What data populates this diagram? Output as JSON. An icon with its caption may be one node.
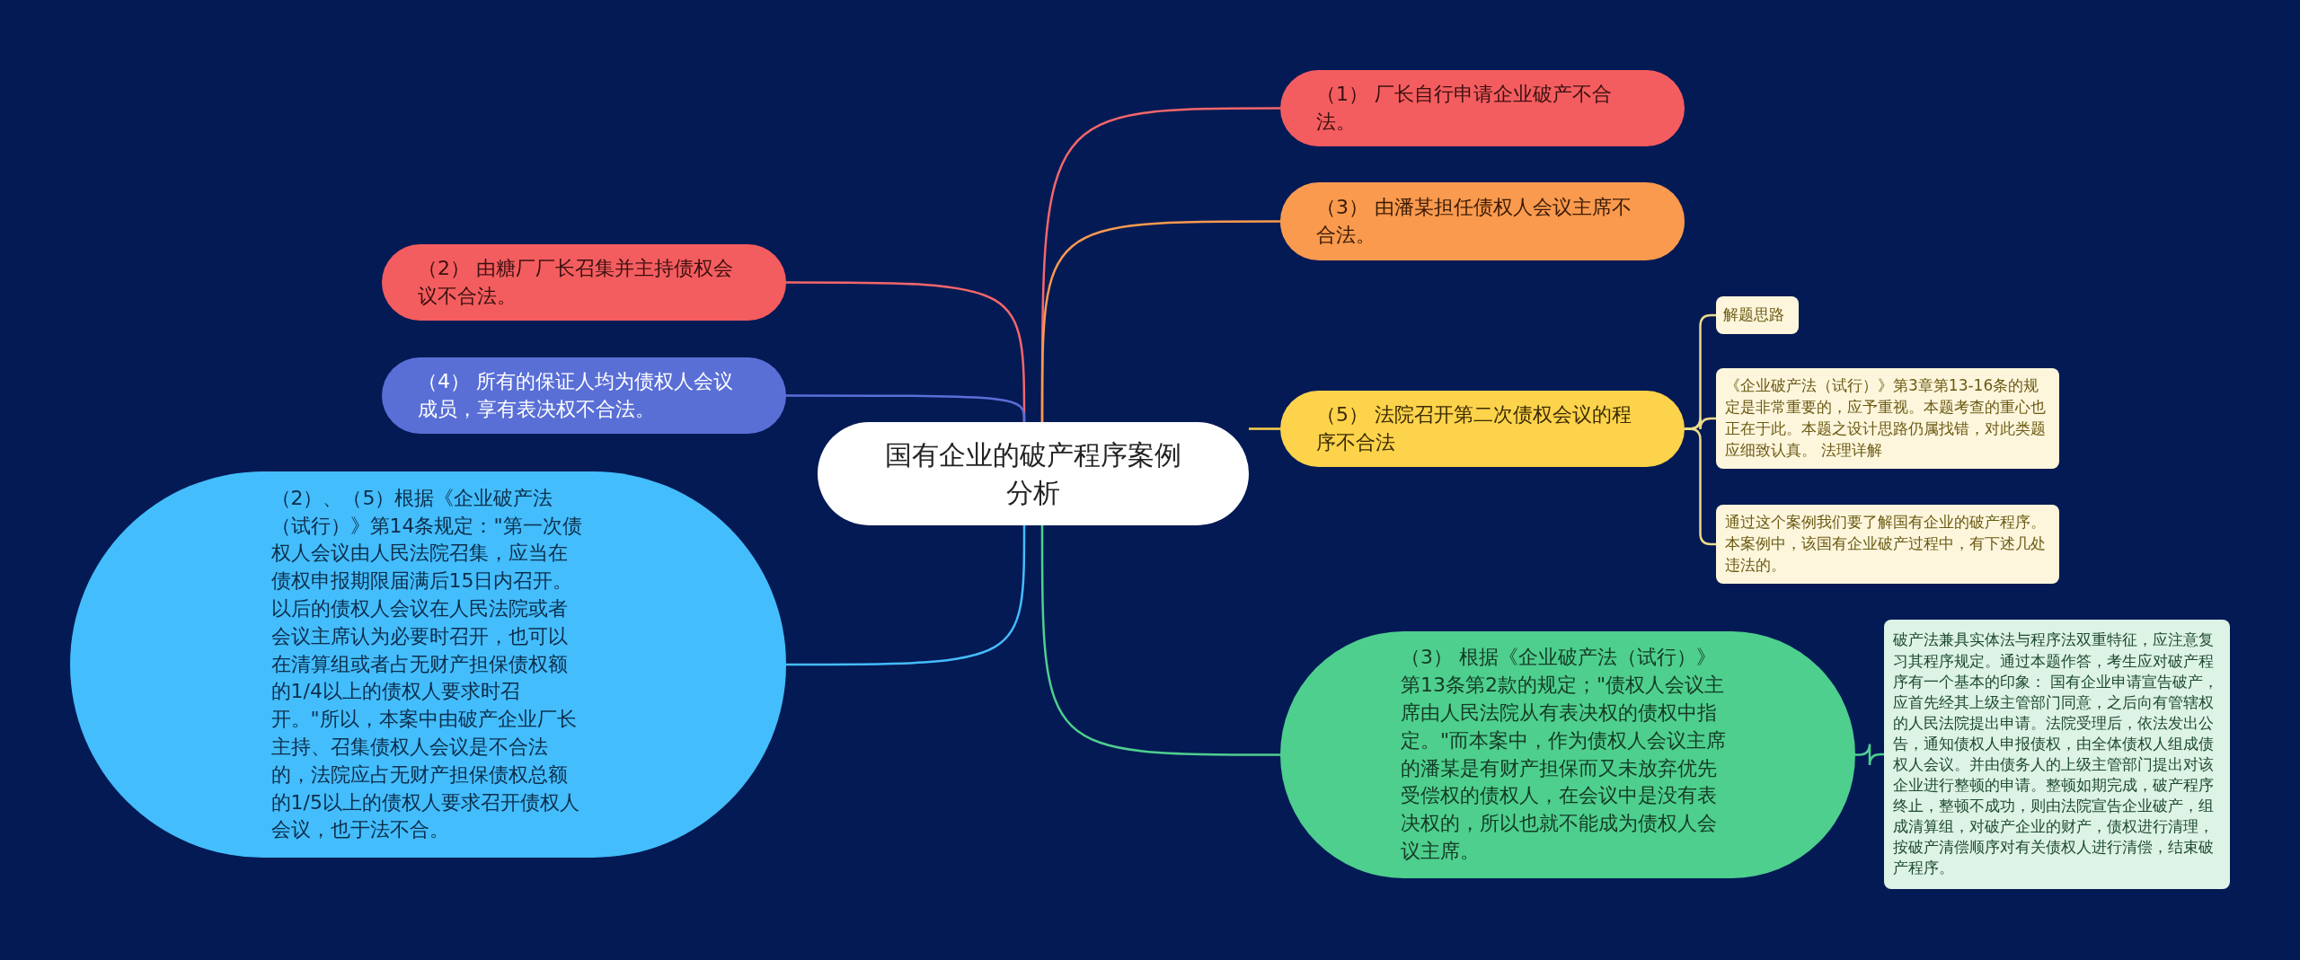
{
  "diagram": {
    "nodes": [
      {
        "text": [
          "国有企业的破产程序案例分析"
        ]
      },
      {
        "text": [
          "（1） 厂长自行申请企业破产不合法。"
        ]
      },
      {
        "text": [
          "（3） 由潘某担任债权人会议主席不合法。"
        ]
      },
      {
        "text": [
          "（5） 法院召开第二次债权会议的程序不合法"
        ]
      },
      {
        "text": [
          "解题思路"
        ]
      },
      {
        "text": [
          "《企业破产法（试行）》第3章第13-16条的规定是非常重要的，应予重视。本题考查的重心也正在于此。本题之设计思路仍属找错，对此类题应细致认真。 法理详解"
        ]
      },
      {
        "text": [
          "通过这个案例我们要了解国有企业的破产程序。本案例中，该国有企业破产过程中，有下述几处违法的。"
        ]
      },
      {
        "text": [
          "（3） 根据《企业破产法（试行）》第13条第2款的规定；\"债权人会议主席由人民法院从有表决权的债权中指定。\"而本案中，作为债权人会议主席的潘某是有财产担保而又未放弃优先受偿权的债权人，在会议中是没有表决权的，所以也就不能成为债权人会议主席。"
        ]
      },
      {
        "text": [
          "破产法兼具实体法与程序法双重特征，应注意复习其程序规定。通过本题作答，考生应对破产程序有一个基本的印象： 国有企业申请宣告破产，应首先经其上级主管部门同意，之后向有管辖权的人民法院提出申请。法院受理后，依法发出公告，通知债权人申报债权，由全体债权人组成债权人会议。并由债务人的上级主管部门提出对该企业进行整顿的申请。整顿如期完成，破产程序终止，整顿不成功，则由法院宣告企业破产，组成清算组，对破产企业的财产，债权进行清理，按破产清偿顺序对有关债权人进行清偿，结束破产程序。"
        ]
      },
      {
        "text": [
          "（2） 由糖厂厂长召集并主持债权会议不合法。"
        ]
      },
      {
        "text": [
          "（4） 所有的保证人均为债权人会议成员，享有表决权不合法。"
        ]
      },
      {
        "text": [
          "（2）、（5）根据《企业破产法（试行）》第14条规定：\"第一次债权人会议由人民法院召集，应当在债权申报期限届满后15日内召开。以后的债权人会议在人民法院或者会议主席认为必要时召开，也可以在清算组或者占无财产担保债权额的1/4以上的债权人要求时召开。\"所以，本案中由破产企业厂长主持、召集债权人会议是不合法的，法院应占无财产担保债权总额的1/5以上的债权人要求召开债权人会议，也于法不合。"
        ]
      }
    ],
    "edges": [
      {
        "from": 0,
        "to": 1,
        "arrow": "none",
        "color": "#f4676a"
      },
      {
        "from": 0,
        "to": 2,
        "arrow": "none",
        "color": "#f99a4e"
      },
      {
        "from": 0,
        "to": 3,
        "arrow": "none",
        "color": "#fcd34a"
      },
      {
        "from": 3,
        "to": 4,
        "arrow": "none",
        "color": "#eadb8a"
      },
      {
        "from": 3,
        "to": 5,
        "arrow": "none",
        "color": "#eadb8a"
      },
      {
        "from": 3,
        "to": 6,
        "arrow": "none",
        "color": "#eadb8a"
      },
      {
        "from": 0,
        "to": 7,
        "arrow": "none",
        "color": "#4ecf8e"
      },
      {
        "from": 7,
        "to": 8,
        "arrow": "none",
        "color": "#4ecf8e"
      },
      {
        "from": 0,
        "to": 9,
        "arrow": "none",
        "color": "#f4676a"
      },
      {
        "from": 0,
        "to": 10,
        "arrow": "none",
        "color": "#5a6fd6"
      },
      {
        "from": 0,
        "to": 11,
        "arrow": "none",
        "color": "#44bdfc"
      }
    ]
  }
}
